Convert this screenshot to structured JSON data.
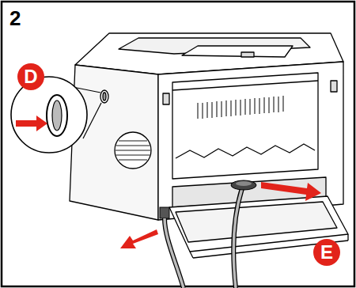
{
  "diagram": {
    "labels": [
      "2",
      "D",
      "E"
    ]
  }
}
